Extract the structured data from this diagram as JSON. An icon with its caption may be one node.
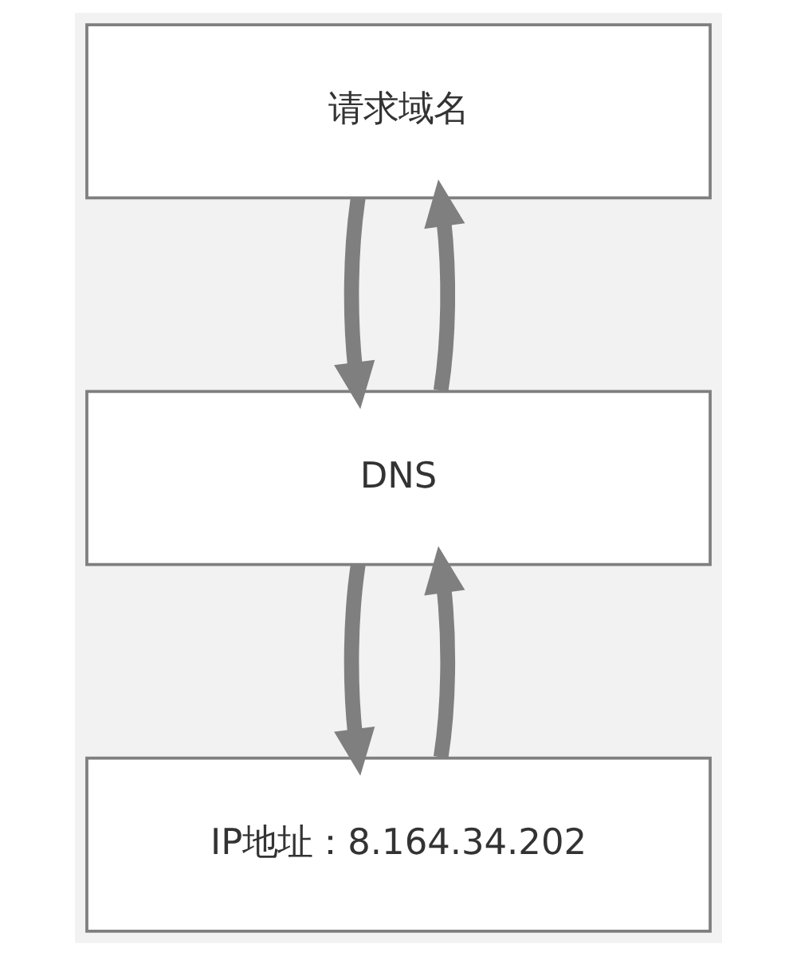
{
  "diagram": {
    "nodes": [
      {
        "text": [
          "请求域名"
        ]
      },
      {
        "text": [
          "DNS"
        ]
      },
      {
        "text": [
          "IP地址：8.164.34.202"
        ]
      }
    ],
    "edges": [
      {
        "from": 0,
        "to": 1,
        "arrow": "to"
      },
      {
        "from": 1,
        "to": 0,
        "arrow": "to"
      },
      {
        "from": 1,
        "to": 2,
        "arrow": "to"
      },
      {
        "from": 2,
        "to": 1,
        "arrow": "to"
      }
    ]
  }
}
